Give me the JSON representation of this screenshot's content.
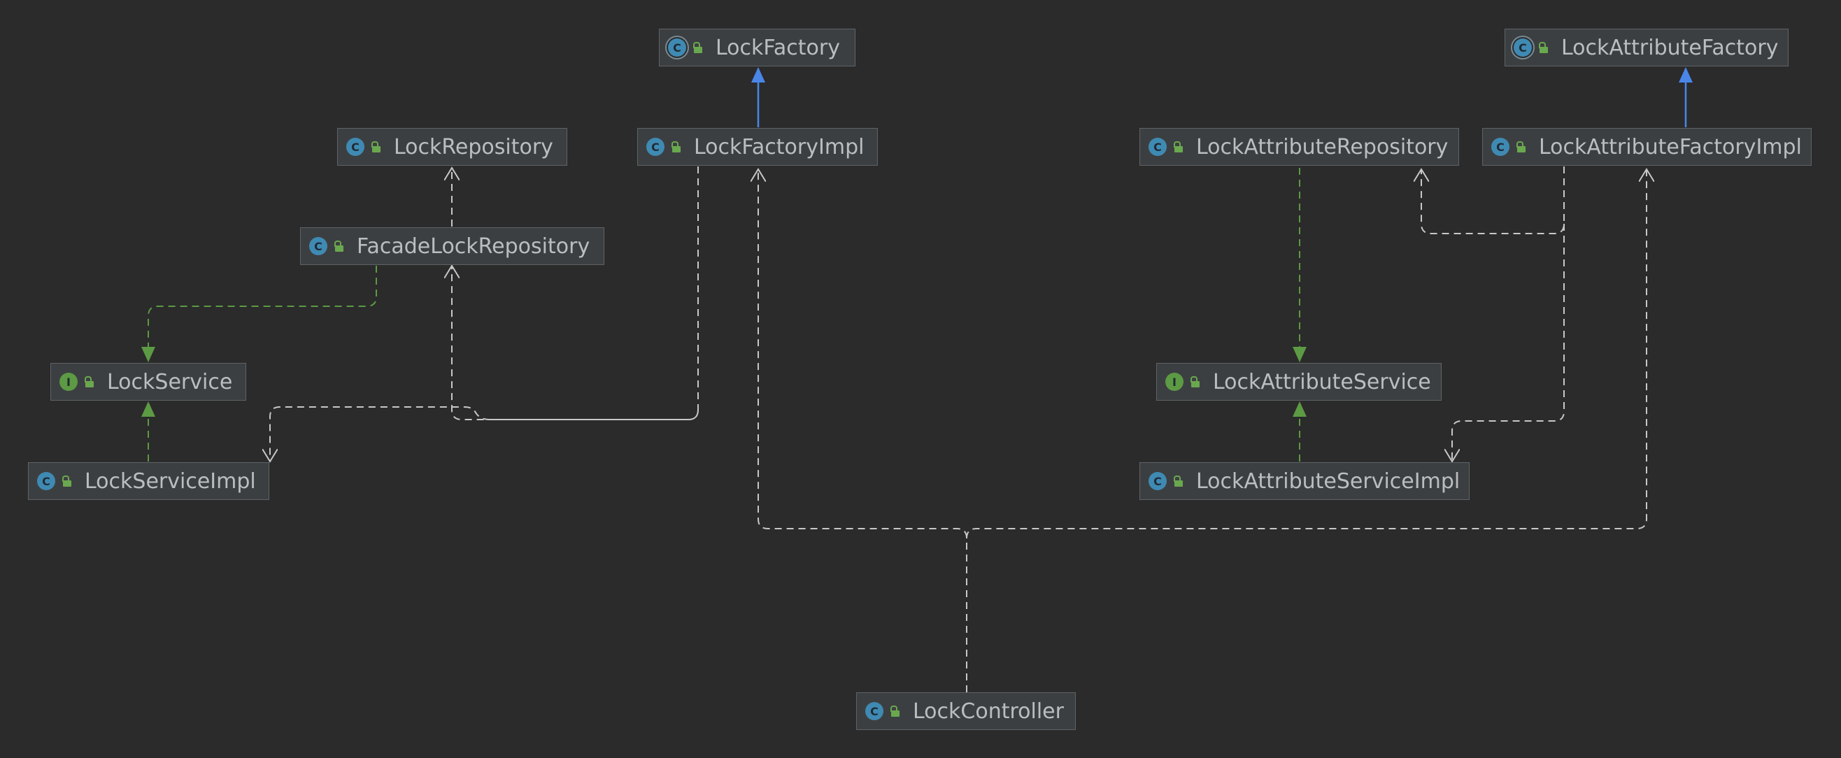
{
  "colors": {
    "background": "#2b2b2b",
    "node_fill": "#3c3f41",
    "node_border": "#5f6366",
    "text": "#bbbec1",
    "class_icon": "#3f8ab3",
    "interface_icon": "#5c9a44",
    "extends_edge": "#4a86e8",
    "implements_edge": "#5c9a44",
    "dependency_edge": "#c8c8c8"
  },
  "nodes": {
    "lock_factory": {
      "label": "LockFactory",
      "kind": "abstract",
      "icon_letter": "C"
    },
    "lock_repository": {
      "label": "LockRepository",
      "kind": "class",
      "icon_letter": "C"
    },
    "lock_factory_impl": {
      "label": "LockFactoryImpl",
      "kind": "class",
      "icon_letter": "C"
    },
    "facade_lock_repository": {
      "label": "FacadeLockRepository",
      "kind": "class",
      "icon_letter": "C"
    },
    "lock_service": {
      "label": "LockService",
      "kind": "interface",
      "icon_letter": "I"
    },
    "lock_service_impl": {
      "label": "LockServiceImpl",
      "kind": "class",
      "icon_letter": "C"
    },
    "lock_attribute_factory": {
      "label": "LockAttributeFactory",
      "kind": "abstract",
      "icon_letter": "C"
    },
    "lock_attribute_repository": {
      "label": "LockAttributeRepository",
      "kind": "class",
      "icon_letter": "C"
    },
    "lock_attribute_factory_impl": {
      "label": "LockAttributeFactoryImpl",
      "kind": "class",
      "icon_letter": "C"
    },
    "lock_attribute_service": {
      "label": "LockAttributeService",
      "kind": "interface",
      "icon_letter": "I"
    },
    "lock_attribute_service_impl": {
      "label": "LockAttributeServiceImpl",
      "kind": "class",
      "icon_letter": "C"
    },
    "lock_controller": {
      "label": "LockController",
      "kind": "class",
      "icon_letter": "C"
    }
  },
  "edges": [
    {
      "from": "lock_factory_impl",
      "to": "lock_factory",
      "type": "extends"
    },
    {
      "from": "lock_attribute_factory_impl",
      "to": "lock_attribute_factory",
      "type": "extends"
    },
    {
      "from": "facade_lock_repository",
      "to": "lock_repository",
      "type": "dependency"
    },
    {
      "from": "facade_lock_repository",
      "to": "lock_service",
      "type": "implements"
    },
    {
      "from": "lock_service_impl",
      "to": "lock_service",
      "type": "implements"
    },
    {
      "from": "lock_factory_impl",
      "to": "lock_service_impl",
      "type": "dependency"
    },
    {
      "from": "lock_factory_impl",
      "to": "facade_lock_repository",
      "type": "dependency"
    },
    {
      "from": "lock_attribute_repository",
      "to": "lock_attribute_service",
      "type": "implements"
    },
    {
      "from": "lock_attribute_service_impl",
      "to": "lock_attribute_service",
      "type": "implements"
    },
    {
      "from": "lock_attribute_factory_impl",
      "to": "lock_attribute_repository",
      "type": "dependency"
    },
    {
      "from": "lock_attribute_factory_impl",
      "to": "lock_attribute_service_impl",
      "type": "dependency"
    },
    {
      "from": "lock_controller",
      "to": "lock_factory_impl",
      "type": "dependency"
    },
    {
      "from": "lock_controller",
      "to": "lock_attribute_factory_impl",
      "type": "dependency"
    }
  ]
}
